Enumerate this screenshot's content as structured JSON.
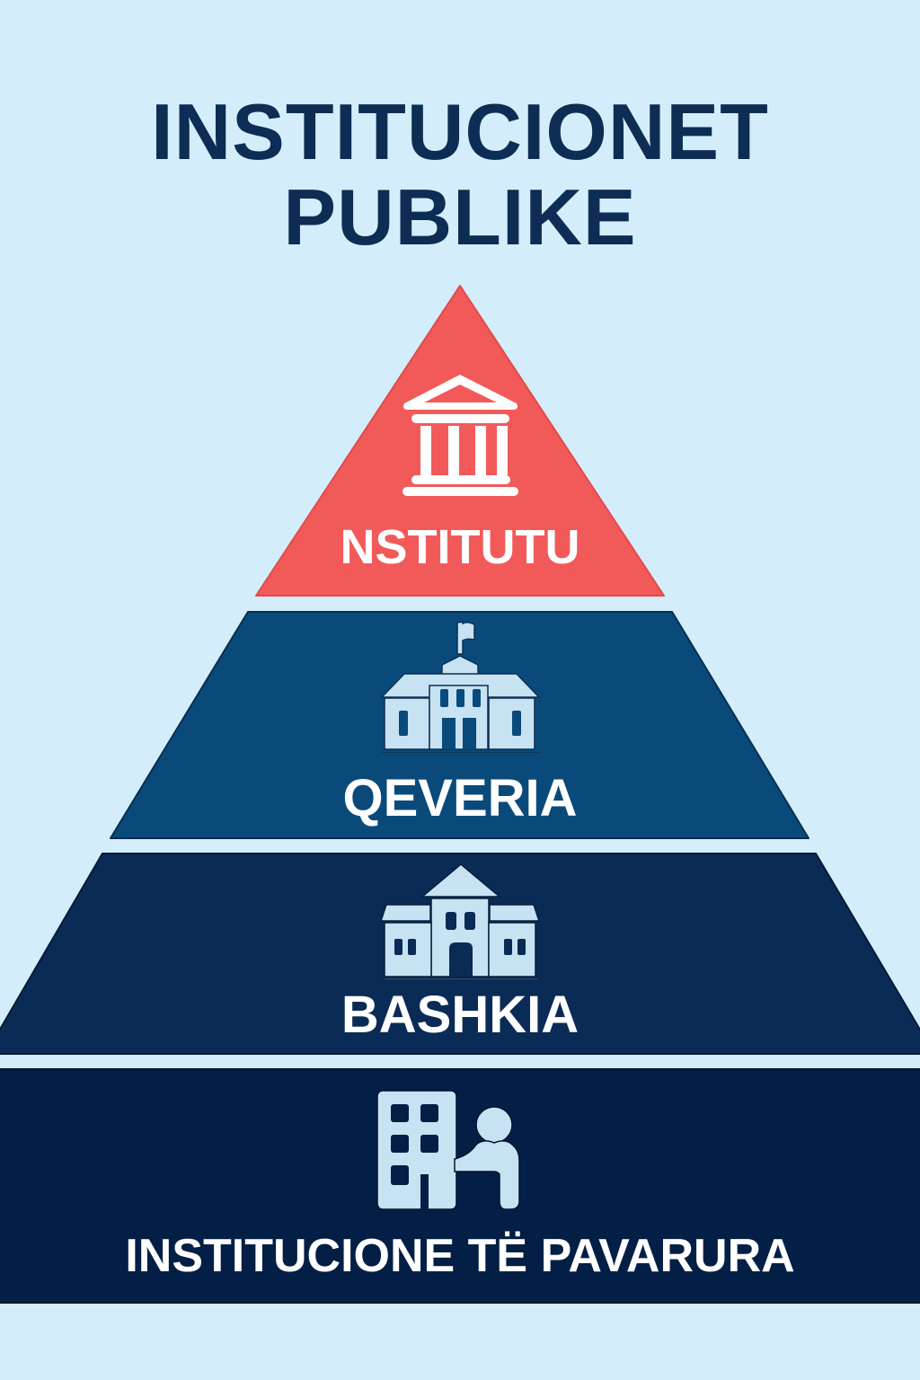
{
  "title": {
    "line1": "INSTITUCIONET",
    "line2": "PUBLIKE"
  },
  "colors": {
    "background": "#d3eefa",
    "title": "#0d2d55",
    "tier1": "#f25a5a",
    "tier2": "#0a4a7a",
    "tier3": "#0a2b55",
    "tier4": "#041f45",
    "icon_fill": "#c7e2f2",
    "label": "#ffffff"
  },
  "tiers": [
    {
      "label": "NSTITUTU",
      "icon": "classical-building-icon"
    },
    {
      "label": "QEVERIA",
      "icon": "government-building-flag-icon"
    },
    {
      "label": "BASHKIA",
      "icon": "town-hall-icon"
    },
    {
      "label": "INSTITUCIONE TË PAVARURA",
      "icon": "office-building-person-icon"
    }
  ]
}
